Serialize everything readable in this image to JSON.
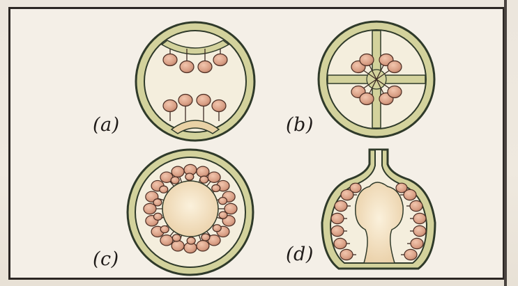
{
  "panels": {
    "a": {
      "label": "(a)"
    },
    "b": {
      "label": "(b)"
    },
    "c": {
      "label": "(c)"
    },
    "d": {
      "label": "(d)"
    }
  },
  "colors": {
    "wall": "#cfcf9a",
    "wall_stroke": "#2f3a2a",
    "cavity": "#f3ecd9",
    "ovule": "#d79f86",
    "ovule_stroke": "#4a2c22",
    "placenta": "#f0d8b8"
  }
}
